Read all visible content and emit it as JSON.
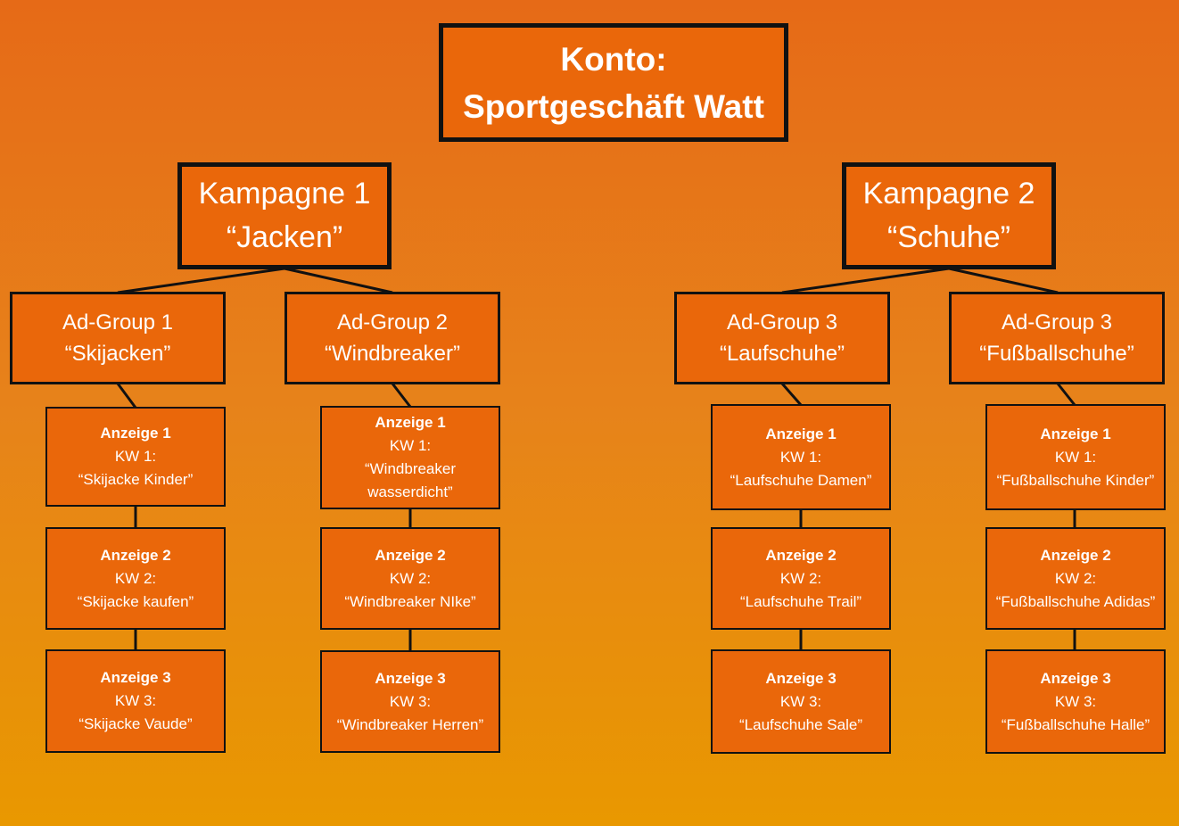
{
  "colors": {
    "box_fill": "#EA670A",
    "box_border": "#111111",
    "text": "#ffffff",
    "connector": "#111111"
  },
  "root": {
    "line1": "Konto:",
    "line2": "Sportgeschäft Watt"
  },
  "campaigns": [
    {
      "line1": "Kampagne 1",
      "line2": "“Jacken”",
      "adgroups": [
        {
          "line1": "Ad-Group 1",
          "line2": "“Skijacken”",
          "ads": [
            {
              "title": "Anzeige 1",
              "kw": "KW 1:",
              "text": "“Skijacke Kinder”"
            },
            {
              "title": "Anzeige 2",
              "kw": "KW 2:",
              "text": "“Skijacke kaufen”"
            },
            {
              "title": "Anzeige 3",
              "kw": "KW 3:",
              "text": "“Skijacke Vaude”"
            }
          ]
        },
        {
          "line1": "Ad-Group 2",
          "line2": "“Windbreaker”",
          "ads": [
            {
              "title": "Anzeige 1",
              "kw": "KW 1:",
              "text": "“Windbreaker wasserdicht”"
            },
            {
              "title": "Anzeige 2",
              "kw": "KW 2:",
              "text": "“Windbreaker NIke”"
            },
            {
              "title": "Anzeige 3",
              "kw": "KW 3:",
              "text": "“Windbreaker Herren”"
            }
          ]
        }
      ]
    },
    {
      "line1": "Kampagne 2",
      "line2": "“Schuhe”",
      "adgroups": [
        {
          "line1": "Ad-Group 3",
          "line2": "“Laufschuhe”",
          "ads": [
            {
              "title": "Anzeige 1",
              "kw": "KW 1:",
              "text": "“Laufschuhe Damen”"
            },
            {
              "title": "Anzeige 2",
              "kw": "KW 2:",
              "text": "“Laufschuhe Trail”"
            },
            {
              "title": "Anzeige 3",
              "kw": "KW 3:",
              "text": "“Laufschuhe Sale”"
            }
          ]
        },
        {
          "line1": "Ad-Group 3",
          "line2": "“Fußballschuhe”",
          "ads": [
            {
              "title": "Anzeige 1",
              "kw": "KW 1:",
              "text": "“Fußballschuhe Kinder”"
            },
            {
              "title": "Anzeige 2",
              "kw": "KW 2:",
              "text": "“Fußballschuhe Adidas”"
            },
            {
              "title": "Anzeige 3",
              "kw": "KW 3:",
              "text": "“Fußballschuhe Halle”"
            }
          ]
        }
      ]
    }
  ]
}
